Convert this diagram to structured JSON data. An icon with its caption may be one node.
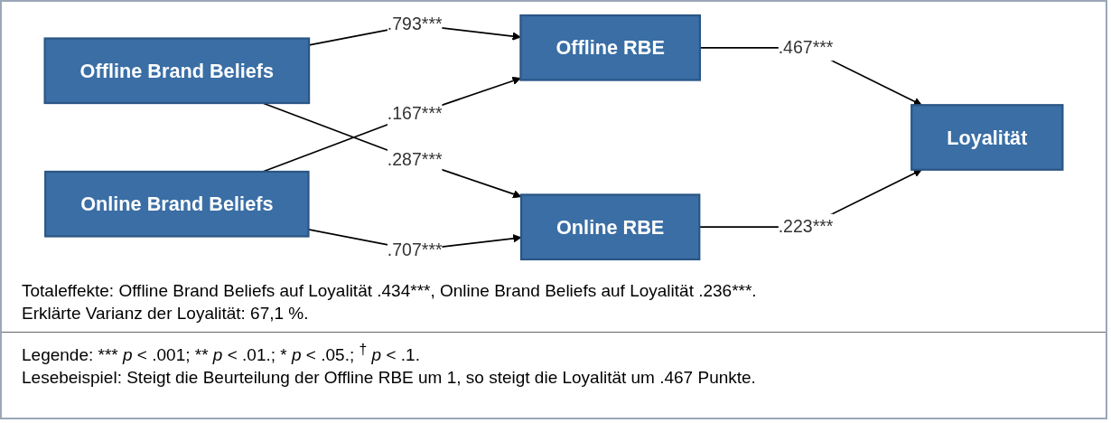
{
  "diagram": {
    "nodes": [
      {
        "text": [
          "Offline Brand Beliefs"
        ]
      },
      {
        "text": [
          "Online Brand Beliefs"
        ]
      },
      {
        "text": [
          "Offline RBE"
        ]
      },
      {
        "text": [
          "Online RBE"
        ]
      },
      {
        "text": [
          "Loyalität"
        ]
      }
    ],
    "edges": [
      {
        "from": 0,
        "to": 2,
        "arrow": "to",
        "label": ".793***"
      },
      {
        "from": 0,
        "to": 3,
        "arrow": "to",
        "label": ".287***"
      },
      {
        "from": 1,
        "to": 2,
        "arrow": "to",
        "label": ".167***"
      },
      {
        "from": 1,
        "to": 3,
        "arrow": "to",
        "label": ".707***"
      },
      {
        "from": 2,
        "to": 4,
        "arrow": "to",
        "label": ".467***"
      },
      {
        "from": 3,
        "to": 4,
        "arrow": "to",
        "label": ".223***"
      }
    ],
    "labels": [
      "Totaleffekte: Offline Brand Beliefs auf Loyalität .434***, Online Brand Beliefs auf Loyalität .236***.",
      "Erklärte Varianz der Loyalität: 67,1 %.",
      "Legende: *** *p* < .001; ** *p* < .01.; * *p* < .05.; $^{†}$ *p* < .1.",
      "Lesebeispiel: Steigt die Beurteilung der Offline RBE um 1, so steigt die Loyalität um .467 Punkte."
    ]
  }
}
